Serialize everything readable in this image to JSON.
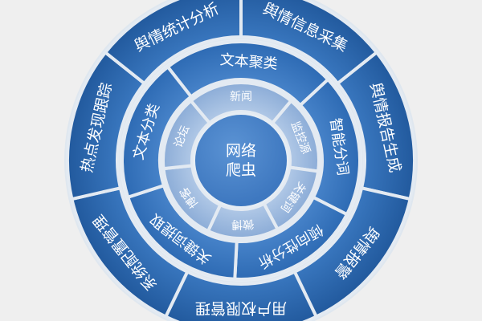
{
  "diagram": {
    "center": {
      "line1": "网络",
      "line2": "爬虫"
    },
    "inner_ring": [
      "新闻",
      "监控源",
      "关键词",
      "微博",
      "博客",
      "论坛"
    ],
    "middle_ring": [
      "文本聚类",
      "智能分词",
      "倾向性分析",
      "关键词提取",
      "文本分类"
    ],
    "outer_ring": [
      "舆情信息采集",
      "舆情报告生成",
      "舆情报警",
      "用户权限管理",
      "系统配置管理",
      "热点发现跟踪",
      "舆情统计分析"
    ]
  },
  "colors": {
    "background": "#efefef",
    "outer": "#2f6bb3",
    "middle": "#3b79c3",
    "inner": "#9fbbe0",
    "center": "#4a83c9",
    "gap": "#dfe7ef"
  }
}
